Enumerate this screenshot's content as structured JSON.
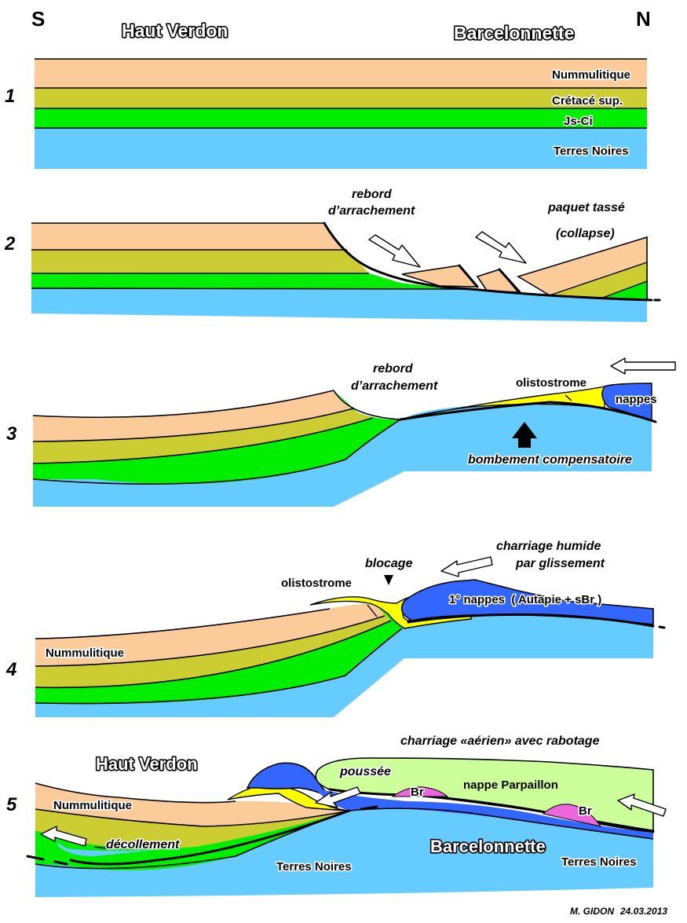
{
  "header": {
    "south": "S",
    "north": "N",
    "place_left": "Haut Verdon",
    "place_right": "Barcelonnette"
  },
  "colors": {
    "nummulitique": "#FCCB9A",
    "cretace_sup": "#CCCC33",
    "js_ci": "#00EE00",
    "terres_noires": "#66CCFF",
    "nappes": "#3366FF",
    "olistostrome": "#FFFF00",
    "parpaillon": "#CCFF99",
    "br": "#EE66DD"
  },
  "stage1": {
    "number": "1",
    "layers": [
      "Nummulitique",
      "Crétacé sup.",
      "Js-Ci",
      "Terres Noires"
    ]
  },
  "stage2": {
    "number": "2",
    "rebord_1": "rebord",
    "rebord_2": "d’arrachement",
    "paquet_1": "paquet tassé",
    "paquet_2": "(collapse)"
  },
  "stage3": {
    "number": "3",
    "rebord_1": "rebord",
    "rebord_2": "d’arrachement",
    "olistostrome": "olistostrome",
    "nappes": "nappes",
    "bombement": "bombement compensatoire"
  },
  "stage4": {
    "number": "4",
    "blocage": "blocage",
    "olistostrome": "olistostrome",
    "charriage_1": "charriage humide",
    "charriage_2": "par glissement",
    "nappes": "1° nappes  ( Autapie + sBr )",
    "nummulitique": "Nummulitique"
  },
  "stage5": {
    "number": "5",
    "charriage": "charriage «aérien» avec rabotage",
    "haut_verdon": "Haut Verdon",
    "poussee": "poussée",
    "br_1": "Br",
    "br_2": "Br",
    "parpaillon": "nappe Parpaillon",
    "nummulitique": "Nummulitique",
    "decollement": "décollement",
    "barcelonnette": "Barcelonnette",
    "terres_noires_1": "Terres Noires",
    "terres_noires_2": "Terres Noires"
  },
  "footer": {
    "author": "M. GIDON",
    "date": "24.03.2013"
  }
}
